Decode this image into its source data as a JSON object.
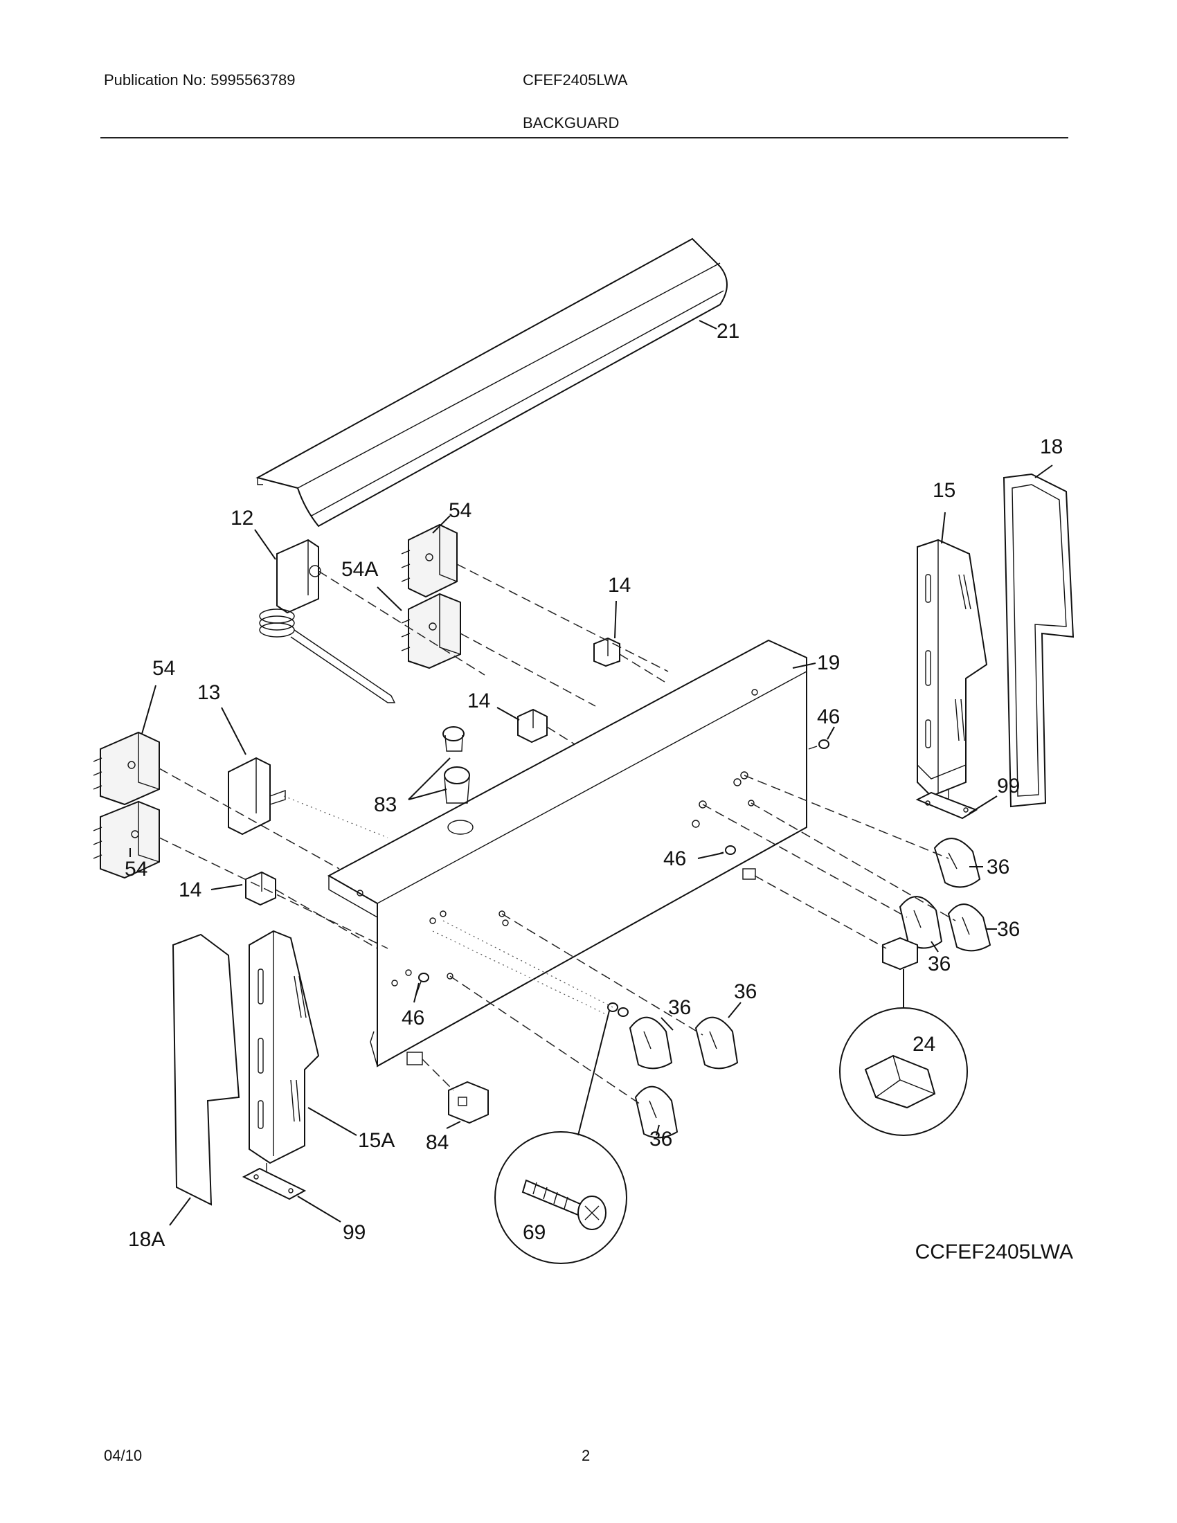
{
  "header": {
    "publication": "Publication No: 5995563789",
    "model": "CFEF2405LWA",
    "section_title": "BACKGUARD"
  },
  "footer": {
    "date": "04/10",
    "page_number": "2"
  },
  "diagram_code": "CCFEF2405LWA",
  "callouts": {
    "c21": "21",
    "c18": "18",
    "c15": "15",
    "c12": "12",
    "c54_top": "54",
    "c54a": "54A",
    "c14_top": "14",
    "c19": "19",
    "c54_left": "54",
    "c13": "13",
    "c14_mid": "14",
    "c83": "83",
    "c46_right": "46",
    "c99_right": "99",
    "c54_lower": "54",
    "c46_mid": "46",
    "c36_a": "36",
    "c14_left": "14",
    "c36_b": "36",
    "c36_c": "36",
    "c36_d": "36",
    "c36_e": "36",
    "c24": "24",
    "c46_left": "46",
    "c15a": "15A",
    "c84": "84",
    "c36_f": "36",
    "c69": "69",
    "c18a": "18A",
    "c99_left": "99"
  }
}
